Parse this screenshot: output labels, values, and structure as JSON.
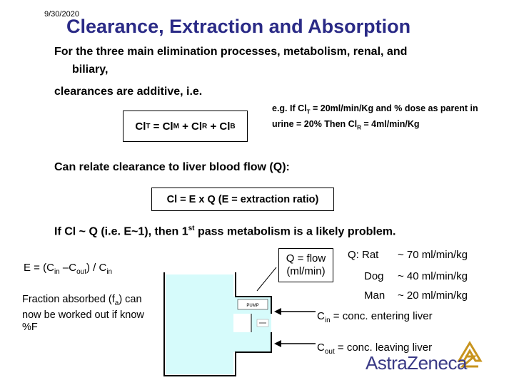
{
  "date": "9/30/2020",
  "title": "Clearance, Extraction and Absorption",
  "intro_line1": "For the three main elimination processes, metabolism, renal, and",
  "intro_line2": "biliary,",
  "intro_line3": "clearances are additive, i.e.",
  "additive_equation": {
    "lhs": "Cl",
    "lhs_sub": "T",
    "eq": " = Cl",
    "m_sub": "M",
    "plus1": " + Cl",
    "r_sub": "R",
    "plus2": " + Cl",
    "b_sub": "B"
  },
  "example": {
    "part1": "e.g. If Cl",
    "sub_t": "T",
    "part2": " = 20ml/min/Kg and % dose as parent in urine = 20%  Then Cl",
    "sub_r": "R",
    "part3": " = 4ml/min/Kg"
  },
  "relate_text": "Can relate clearance to liver blood flow (Q):",
  "cl_equation": "Cl = E x Q  (E = extraction ratio)",
  "first_pass": {
    "before": "If Cl ~ Q (i.e. E~1), then 1",
    "sup": "st",
    "after": " pass metabolism is a likely problem."
  },
  "extraction_formula": {
    "e": "E = (C",
    "in1": "in",
    "minus": " –C",
    "out": "out",
    "div": ") / C",
    "in2": "in"
  },
  "fraction_absorbed": {
    "part1": "Fraction absorbed (f",
    "sub": "a",
    "part2": ") can now be worked out if know %F"
  },
  "q_label": "Q = flow (ml/min)",
  "flows": [
    {
      "species": "Q: Rat",
      "value": "~  70 ml/min/kg"
    },
    {
      "species": "Dog",
      "value": "~ 40 ml/min/kg"
    },
    {
      "species": "Man",
      "value": "~ 20 ml/min/kg"
    }
  ],
  "c_in": {
    "c": "C",
    "sub": "in",
    "text": " = conc. entering liver"
  },
  "c_out": {
    "c": "C",
    "sub": "out",
    "text": " = conc. leaving liver"
  },
  "pump_label": "PUMP",
  "logo_text": "AstraZeneca",
  "colors": {
    "title": "#2a2a86",
    "liquid": "#d6fbfb",
    "logo": "#3a3a86",
    "logo_mark": "#c8941e"
  }
}
